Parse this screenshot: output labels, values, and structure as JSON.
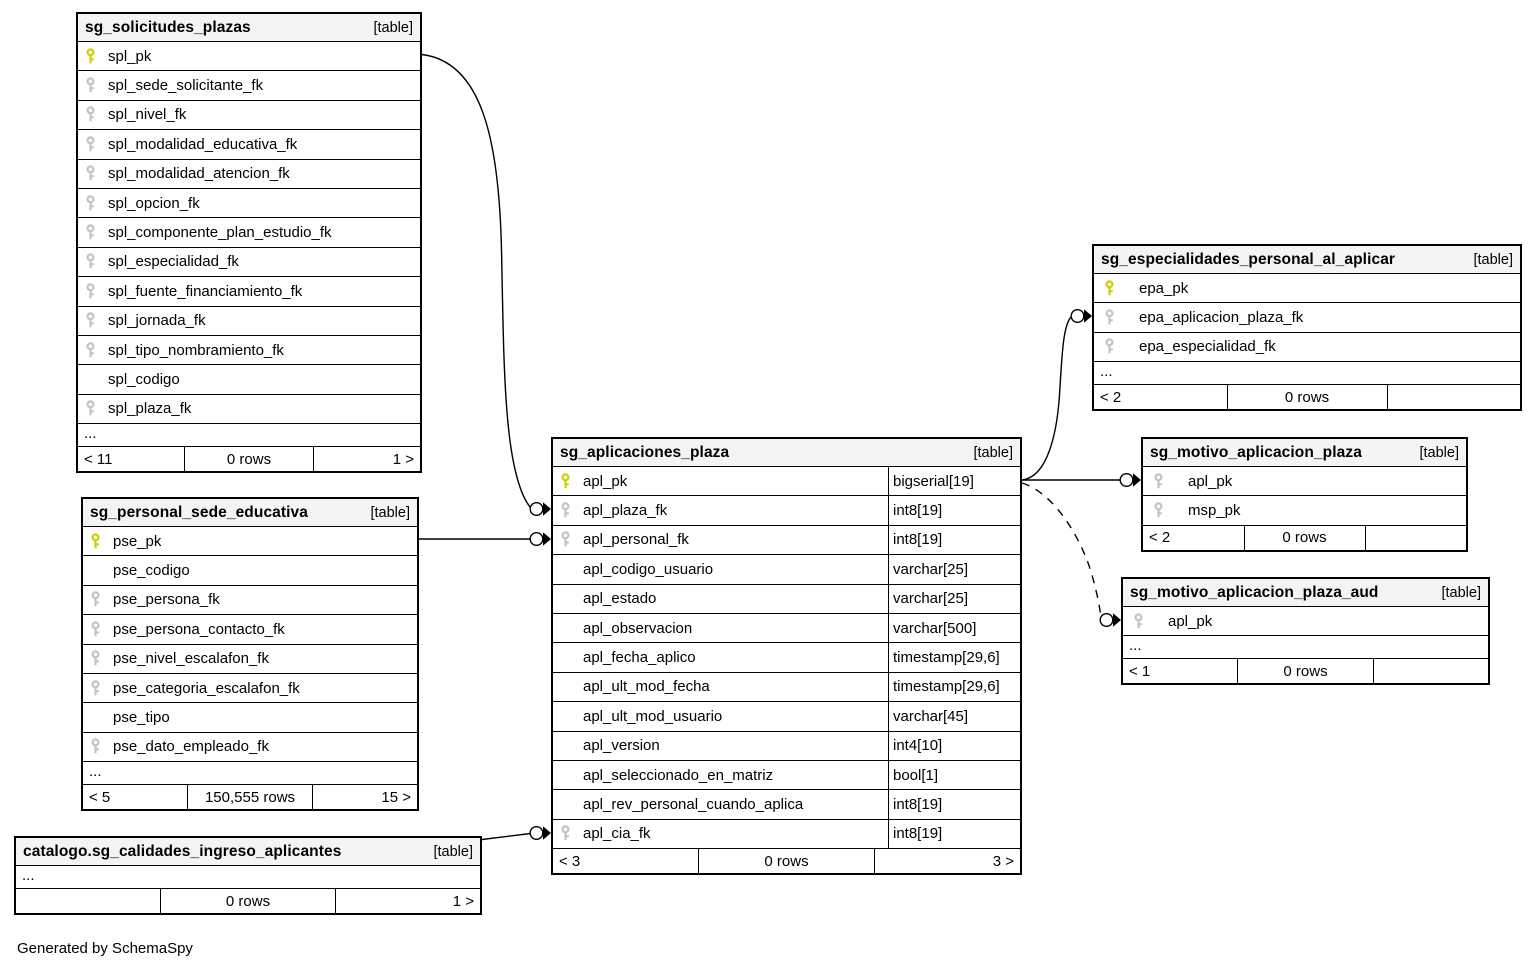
{
  "diagram": {
    "credit": "Generated by SchemaSpy",
    "tag_label": "[table]",
    "colors": {
      "pk_key": "#cfcf00",
      "fk_key": "#c3c3c3",
      "header_bg": "#f4f4f4",
      "border": "#000000"
    },
    "tables": [
      {
        "title": "sg_solicitudes_plazas",
        "tag": "[table]",
        "columns": [
          {
            "name": "spl_pk",
            "key": "pk"
          },
          {
            "name": "spl_sede_solicitante_fk",
            "key": "fk"
          },
          {
            "name": "spl_nivel_fk",
            "key": "fk"
          },
          {
            "name": "spl_modalidad_educativa_fk",
            "key": "fk"
          },
          {
            "name": "spl_modalidad_atencion_fk",
            "key": "fk"
          },
          {
            "name": "spl_opcion_fk",
            "key": "fk"
          },
          {
            "name": "spl_componente_plan_estudio_fk",
            "key": "fk"
          },
          {
            "name": "spl_especialidad_fk",
            "key": "fk"
          },
          {
            "name": "spl_fuente_financiamiento_fk",
            "key": "fk"
          },
          {
            "name": "spl_jornada_fk",
            "key": "fk"
          },
          {
            "name": "spl_tipo_nombramiento_fk",
            "key": "fk"
          },
          {
            "name": "spl_codigo",
            "key": ""
          },
          {
            "name": "spl_plaza_fk",
            "key": "fk"
          }
        ],
        "ellipsis": "...",
        "footer": {
          "left": "< 11",
          "center": "0 rows",
          "right": "1 >"
        }
      },
      {
        "title": "sg_personal_sede_educativa",
        "tag": "[table]",
        "columns": [
          {
            "name": "pse_pk",
            "key": "pk"
          },
          {
            "name": "pse_codigo",
            "key": ""
          },
          {
            "name": "pse_persona_fk",
            "key": "fk"
          },
          {
            "name": "pse_persona_contacto_fk",
            "key": "fk"
          },
          {
            "name": "pse_nivel_escalafon_fk",
            "key": "fk"
          },
          {
            "name": "pse_categoria_escalafon_fk",
            "key": "fk"
          },
          {
            "name": "pse_tipo",
            "key": ""
          },
          {
            "name": "pse_dato_empleado_fk",
            "key": "fk"
          }
        ],
        "ellipsis": "...",
        "footer": {
          "left": "< 5",
          "center": "150,555 rows",
          "right": "15 >"
        }
      },
      {
        "title": "catalogo.sg_calidades_ingreso_aplicantes",
        "tag": "[table]",
        "columns": [],
        "ellipsis": "...",
        "footer": {
          "left": "",
          "center": "0 rows",
          "right": "1 >"
        }
      },
      {
        "title": "sg_aplicaciones_plaza",
        "tag": "[table]",
        "columns": [
          {
            "name": "apl_pk",
            "key": "pk",
            "type": "bigserial[19]"
          },
          {
            "name": "apl_plaza_fk",
            "key": "fk",
            "type": "int8[19]"
          },
          {
            "name": "apl_personal_fk",
            "key": "fk",
            "type": "int8[19]"
          },
          {
            "name": "apl_codigo_usuario",
            "key": "",
            "type": "varchar[25]"
          },
          {
            "name": "apl_estado",
            "key": "",
            "type": "varchar[25]"
          },
          {
            "name": "apl_observacion",
            "key": "",
            "type": "varchar[500]"
          },
          {
            "name": "apl_fecha_aplico",
            "key": "",
            "type": "timestamp[29,6]"
          },
          {
            "name": "apl_ult_mod_fecha",
            "key": "",
            "type": "timestamp[29,6]"
          },
          {
            "name": "apl_ult_mod_usuario",
            "key": "",
            "type": "varchar[45]"
          },
          {
            "name": "apl_version",
            "key": "",
            "type": "int4[10]"
          },
          {
            "name": "apl_seleccionado_en_matriz",
            "key": "",
            "type": "bool[1]"
          },
          {
            "name": "apl_rev_personal_cuando_aplica",
            "key": "",
            "type": "int8[19]"
          },
          {
            "name": "apl_cia_fk",
            "key": "fk",
            "type": "int8[19]"
          }
        ],
        "ellipsis": "",
        "footer": {
          "left": "< 3",
          "center": "0 rows",
          "right": "3 >"
        }
      },
      {
        "title": "sg_especialidades_personal_al_aplicar",
        "tag": "[table]",
        "columns": [
          {
            "name": "epa_pk",
            "key": "pk"
          },
          {
            "name": "epa_aplicacion_plaza_fk",
            "key": "fk"
          },
          {
            "name": "epa_especialidad_fk",
            "key": "fk"
          }
        ],
        "ellipsis": "...",
        "footer": {
          "left": "< 2",
          "center": "0 rows",
          "right": ""
        }
      },
      {
        "title": "sg_motivo_aplicacion_plaza",
        "tag": "[table]",
        "columns": [
          {
            "name": "apl_pk",
            "key": "fk"
          },
          {
            "name": "msp_pk",
            "key": "fk"
          }
        ],
        "ellipsis": "",
        "footer": {
          "left": "< 2",
          "center": "0 rows",
          "right": ""
        }
      },
      {
        "title": "sg_motivo_aplicacion_plaza_aud",
        "tag": "[table]",
        "columns": [
          {
            "name": "apl_pk",
            "key": "fk"
          }
        ],
        "ellipsis": "...",
        "footer": {
          "left": "< 1",
          "center": "0 rows",
          "right": ""
        }
      }
    ],
    "relationships": [
      {
        "from": "sg_solicitudes_plazas.spl_pk",
        "to": "sg_aplicaciones_plaza.apl_plaza_fk",
        "style": "solid"
      },
      {
        "from": "sg_personal_sede_educativa.pse_pk",
        "to": "sg_aplicaciones_plaza.apl_personal_fk",
        "style": "solid"
      },
      {
        "from": "catalogo.sg_calidades_ingreso_aplicantes",
        "to": "sg_aplicaciones_plaza.apl_cia_fk",
        "style": "solid"
      },
      {
        "from": "sg_aplicaciones_plaza.apl_pk",
        "to": "sg_especialidades_personal_al_aplicar.epa_aplicacion_plaza_fk",
        "style": "solid"
      },
      {
        "from": "sg_aplicaciones_plaza.apl_pk",
        "to": "sg_motivo_aplicacion_plaza.apl_pk",
        "style": "solid"
      },
      {
        "from": "sg_aplicaciones_plaza.apl_pk",
        "to": "sg_motivo_aplicacion_plaza_aud.apl_pk",
        "style": "dashed"
      }
    ]
  }
}
